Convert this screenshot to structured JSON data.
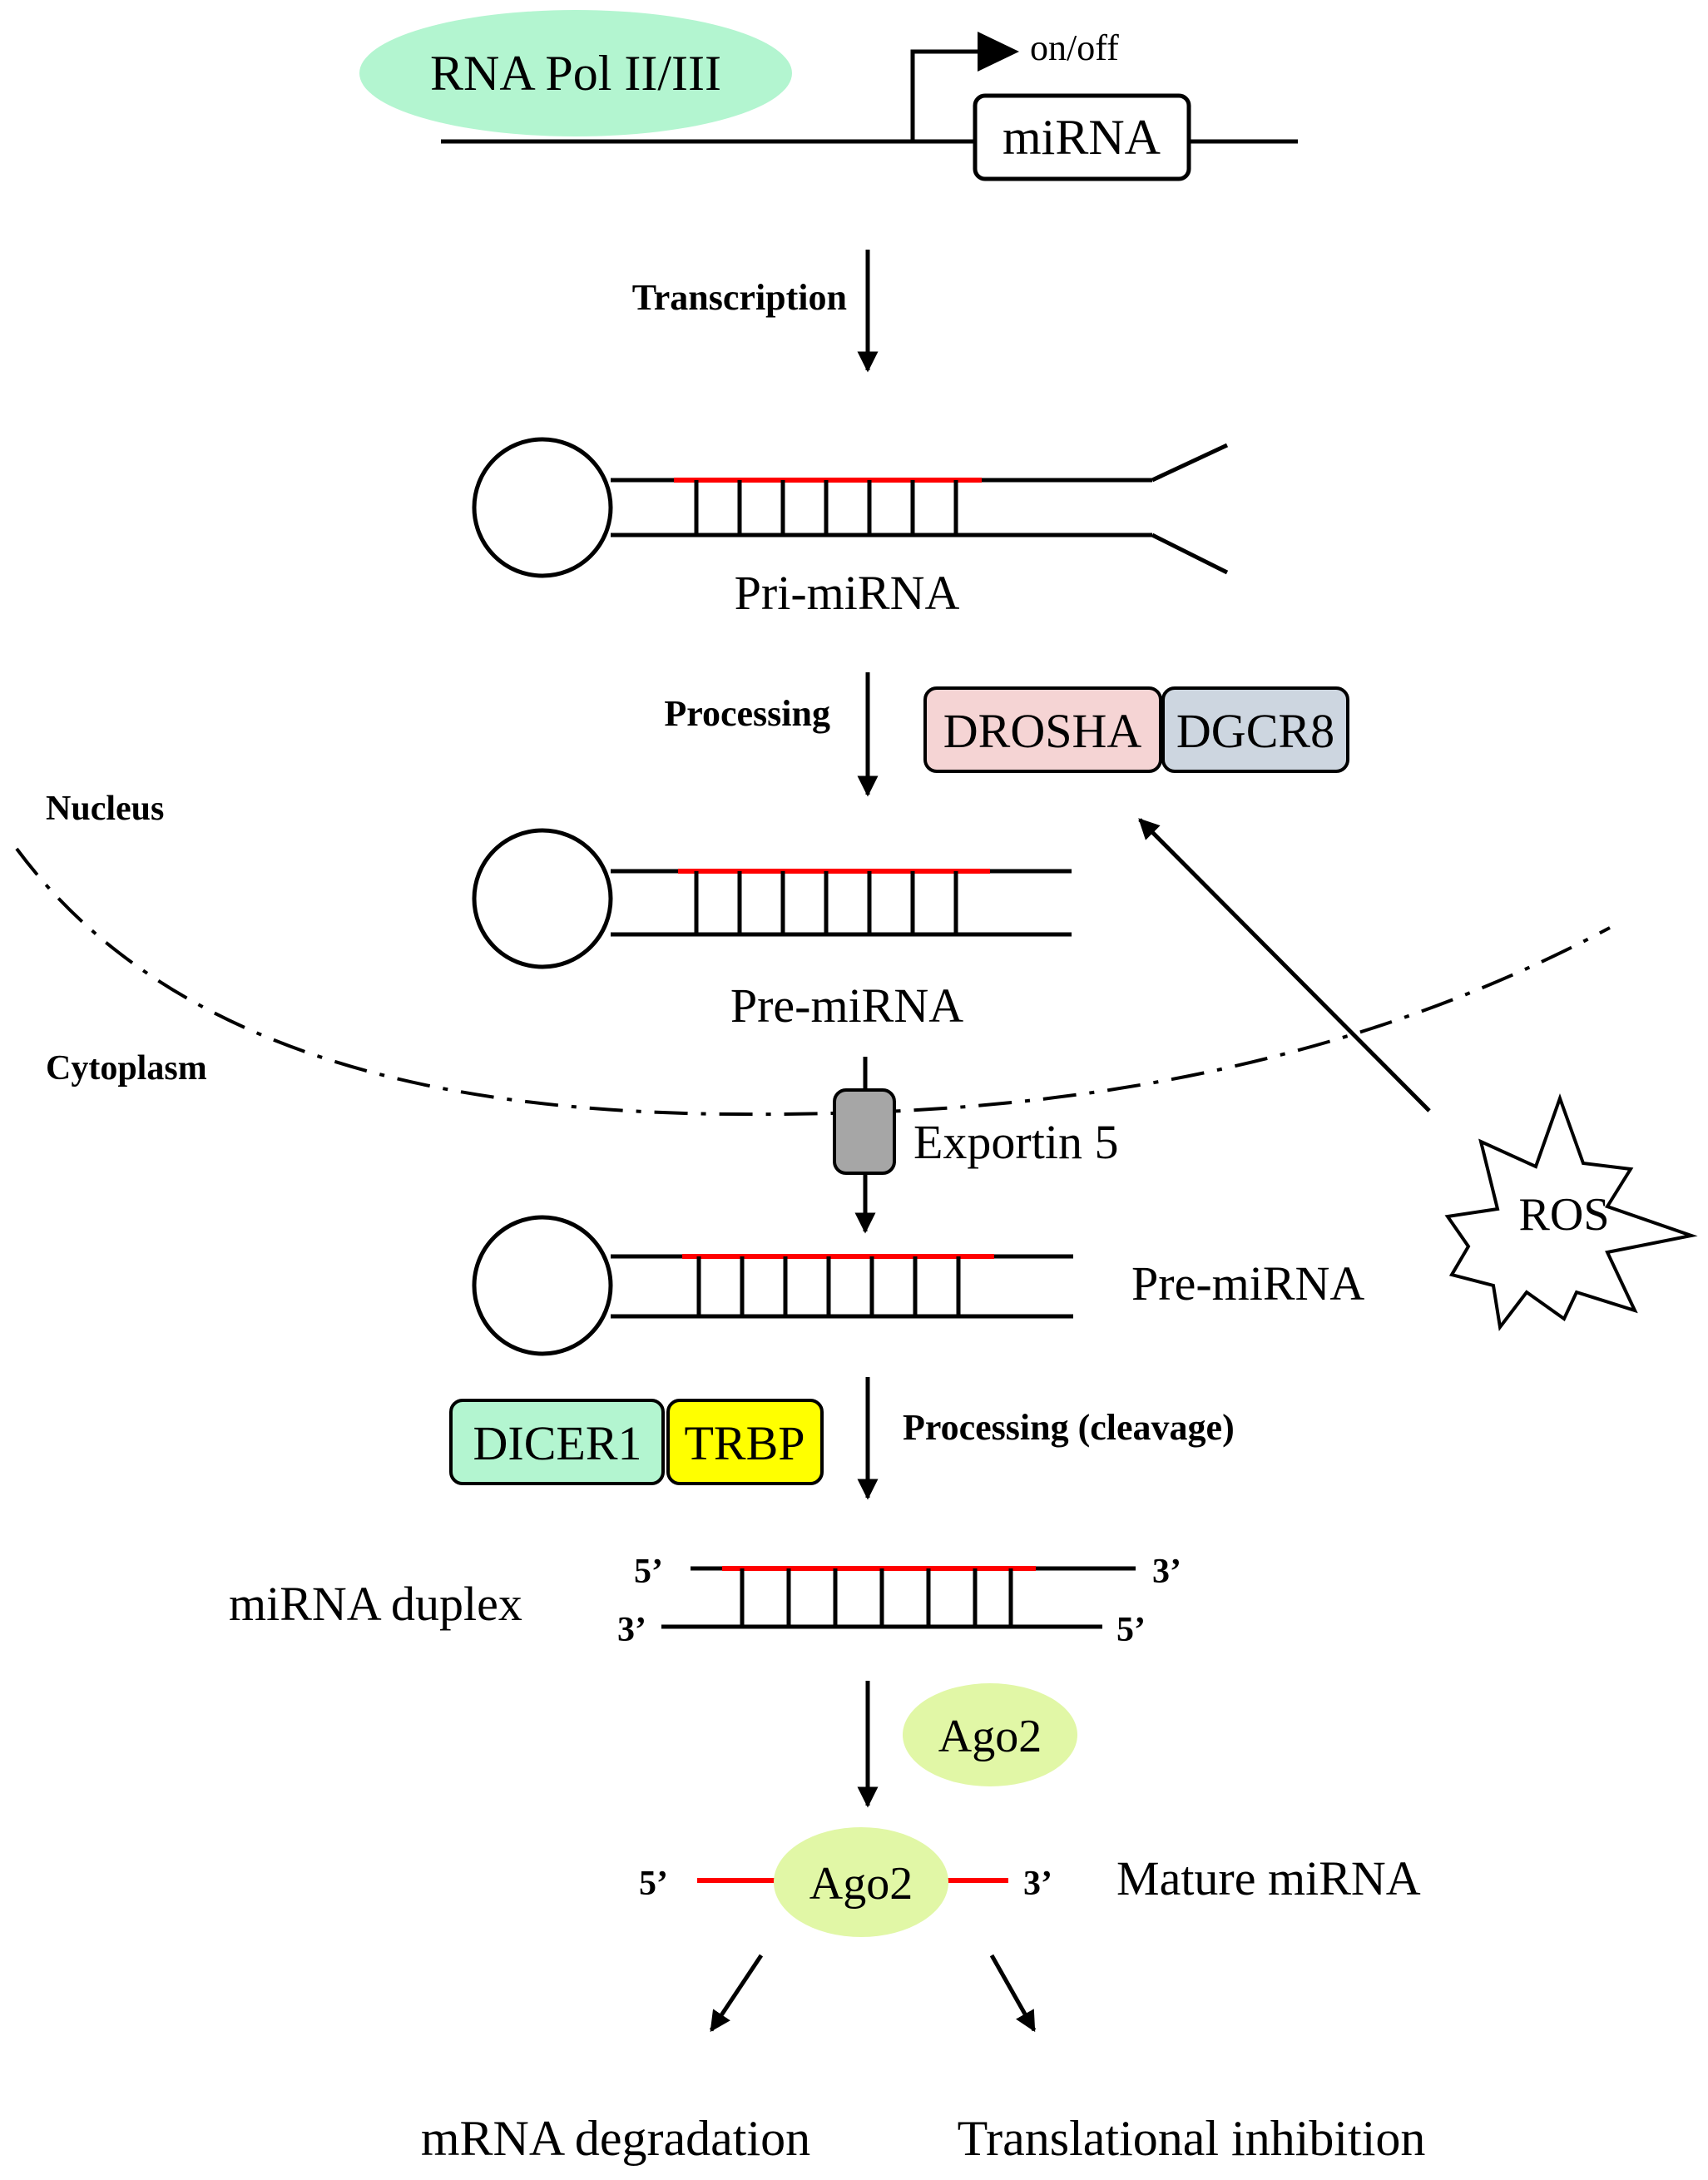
{
  "promoter": {
    "polymerase": "RNA Pol II/III",
    "switch_label": "on/off",
    "gene": "miRNA"
  },
  "steps": {
    "transcription": "Transcription",
    "processing_1": "Processing",
    "processing_2": "Processing (cleavage)"
  },
  "structures": {
    "pri_mirna": "Pri-miRNA",
    "pre_mirna_nucleus": "Pre-miRNA",
    "pre_mirna_cytoplasm": "Pre-miRNA",
    "duplex": "miRNA duplex",
    "mature": "Mature miRNA"
  },
  "compartments": {
    "nucleus": "Nucleus",
    "cytoplasm": "Cytoplasm"
  },
  "proteins": {
    "drosha": "DROSHA",
    "dgcr8": "DGCR8",
    "exportin": "Exportin 5",
    "dicer": "DICER1",
    "trbp": "TRBP",
    "ago2_free": "Ago2",
    "ago2_bound": "Ago2",
    "ros": "ROS"
  },
  "ends": {
    "duplex_top_5": "5’",
    "duplex_top_3": "3’",
    "duplex_bottom_3": "3’",
    "duplex_bottom_5": "5’",
    "mature_5": "5’",
    "mature_3": "3’"
  },
  "outcomes": {
    "degradation": "mRNA degradation",
    "inhibition": "Translational inhibition"
  },
  "colors": {
    "polymerase": "#b3f5d0",
    "drosha": "#f5d4d4",
    "dgcr8": "#cdd6e0",
    "exportin": "#a6a6a6",
    "dicer": "#b3f5d0",
    "trbp": "#ffff00",
    "ago2": "#e1f7a6",
    "mirna_strand": "#ff0000"
  }
}
